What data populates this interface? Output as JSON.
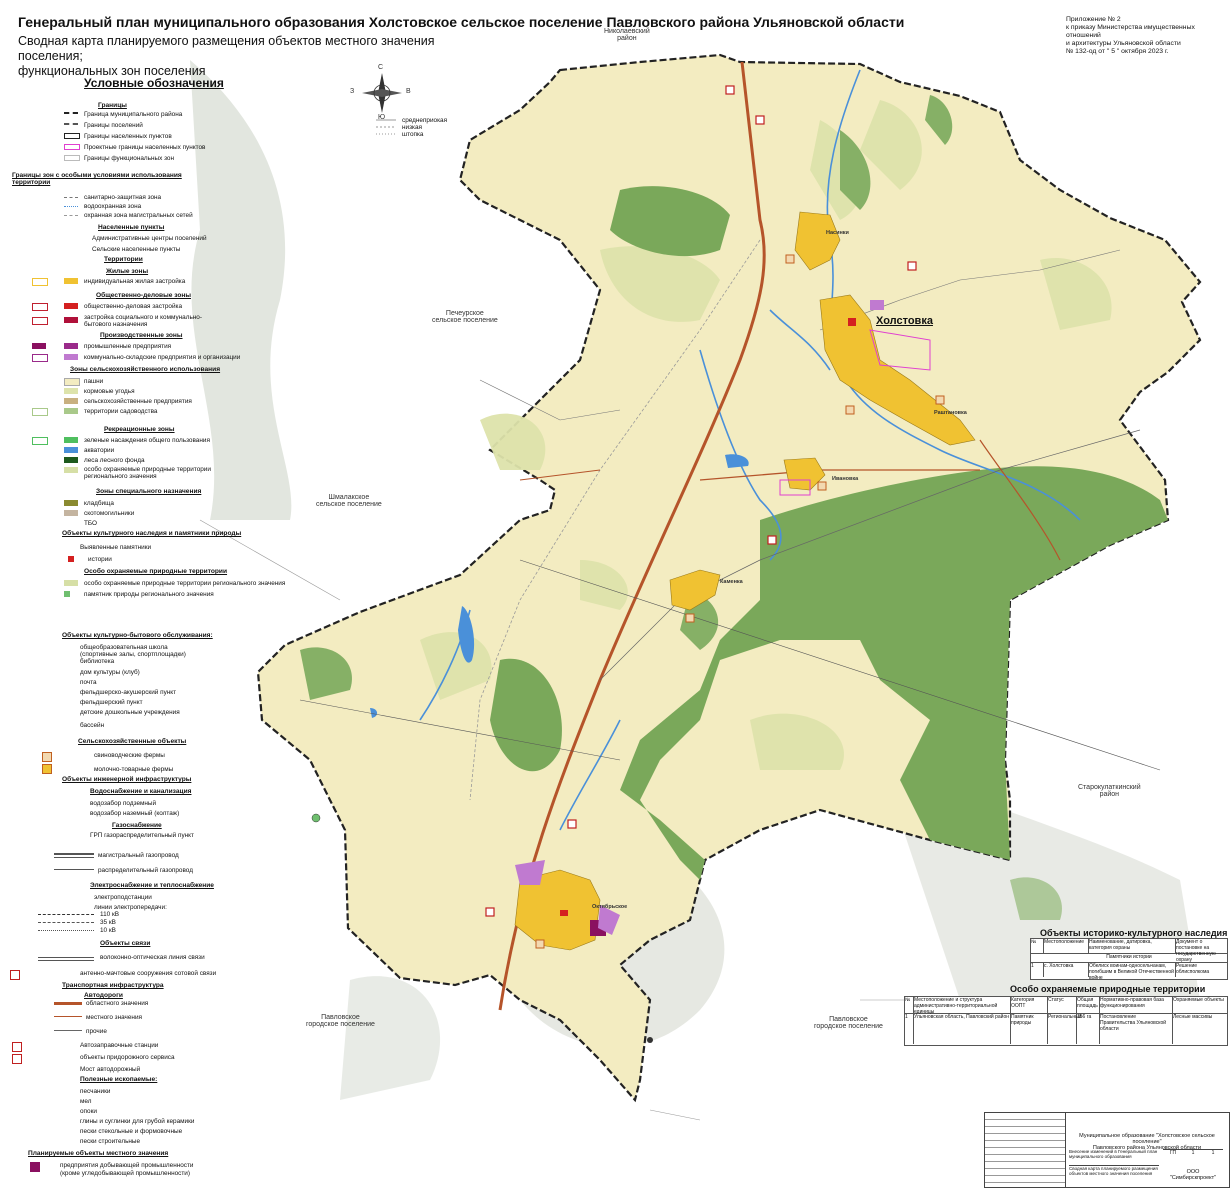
{
  "header": {
    "title": "Генеральный план муниципального образования Холстовское сельское поселение Павловского района Ульяновской области",
    "subtitle_1": "Сводная карта планируемого размещения объектов местного значения поселения;",
    "subtitle_2": "функциональных зон поселения"
  },
  "appendix": {
    "line1": "Приложение №  2",
    "line2": "к приказу Министерства имущественных отношений",
    "line3": "и архитектуры Ульяновской области",
    "line4": "№ 132-од от \" 5 \"  октября  2023  г."
  },
  "legend": {
    "title": "Условные обозначения",
    "sections": [
      {
        "name": "Границы",
        "items": [
          "Граница муниципального района",
          "Границы поселений",
          "Границы населенных пунктов",
          "Проектные границы населенных пунктов",
          "Границы функциональных зон"
        ]
      },
      {
        "name": "Границы зон с особыми условиями использования территории",
        "items": [
          "санитарно-защитная зона",
          "водоохранная зона",
          "охранная зона магистральных сетей"
        ]
      },
      {
        "name": "Населенные пункты",
        "items": [
          "Административные центры поселений",
          "Сельские населенные пункты"
        ]
      },
      {
        "name": "Территории",
        "items": []
      },
      {
        "name": "Жилые зоны",
        "items": [
          "индивидуальная жилая застройка"
        ]
      },
      {
        "name": "Общественно-деловые зоны",
        "items": [
          "общественно-деловая застройка",
          "застройка социального и коммунально-бытового назначения"
        ]
      },
      {
        "name": "Производственные зоны",
        "items": [
          "промышленные предприятия",
          "коммунально-складские предприятия и организации"
        ]
      },
      {
        "name": "Зоны сельскохозяйственного использования",
        "items": [
          "пашни",
          "кормовые угодья",
          "сельскохозяйственные предприятия",
          "территории садоводства"
        ]
      },
      {
        "name": "Рекреационные зоны",
        "items": [
          "зеленые насаждения общего пользования",
          "акватории",
          "леса лесного фонда",
          "особо охраняемые природные территории регионального значения"
        ]
      },
      {
        "name": "Зоны специального назначения",
        "items": [
          "кладбища",
          "скотомогильники",
          "ТБО"
        ]
      },
      {
        "name": "Объекты культурного наследия и памятники природы",
        "items": [
          "Выявленные памятники",
          "истории"
        ]
      },
      {
        "name": "Особо охраняемые природные территории",
        "items": [
          "особо охраняемые природные территории регионального значения",
          "памятник природы регионального значения"
        ]
      },
      {
        "name": "Объекты культурно-бытового обслуживания:",
        "items": [
          "общеобразовательная школа",
          "(спортивные залы, спортплощадки)",
          "библиотека",
          "дом культуры (клуб)",
          "почта",
          "фельдшерско-акушерский пункт",
          "фельдшерский пункт",
          "детские дошкольные учреждения",
          "бассейн"
        ]
      },
      {
        "name": "Сельскохозяйственные объекты",
        "items": [
          "свиноводческие фермы",
          "молочно-товарные фермы"
        ]
      },
      {
        "name": "Объекты инженерной инфраструктуры",
        "items": []
      },
      {
        "name": "Водоснабжение и канализация",
        "items": [
          "водозабор подземный",
          "водозабор наземный (колтаж)"
        ]
      },
      {
        "name": "Газоснабжение",
        "items": [
          "ГРП газораспределительный пункт",
          "магистральный газопровод",
          "распределительный газопровод"
        ]
      },
      {
        "name": "Электроснабжение и теплоснабжение",
        "items": [
          "электроподстанции",
          "линии электропередачи:",
          "110 кВ",
          "35 кВ",
          "10 кВ"
        ]
      },
      {
        "name": "Объекты связи",
        "items": [
          "волоконно-оптическая линия связи",
          "антенно-мачтовые сооружения сотовой связи"
        ]
      },
      {
        "name": "Транспортная инфраструктура",
        "items": []
      },
      {
        "name": "Автодороги",
        "items": [
          "областного значения",
          "местного значения",
          "прочие",
          "Автозаправочные станции",
          "объекты придорожного сервиса",
          "Мост автодорожный"
        ]
      },
      {
        "name": "Полезные ископаемые:",
        "items": [
          "песчаники",
          "мел",
          "опоки",
          "глины и суглинки для грубой керамики",
          "пески стекольные и формовочные",
          "пески строительные"
        ]
      },
      {
        "name": "Планируемые объекты местного значения",
        "items": [
          "предприятия добывающей промышленности",
          "(кроме угледобывающей промышленности)"
        ]
      }
    ]
  },
  "compass": {
    "n": "С",
    "s": "Ю",
    "e": "В",
    "w": "З"
  },
  "rivers_legend": [
    "среднеприокая",
    "низкая",
    "штопка"
  ],
  "places": {
    "nikolaevsky": [
      "Николаевский",
      "район"
    ],
    "pechersk": [
      "Печеурское",
      "сельское поселение"
    ],
    "shmalak": [
      "Шмалакское",
      "сельское поселение"
    ],
    "starokulatka": [
      "Старокулаткинский",
      "район"
    ],
    "pavlovsk1": [
      "Павловское",
      "городское поселение"
    ],
    "pavlovsk2": [
      "Павловское",
      "городское поселение"
    ],
    "kholstovka": "Холстовка",
    "nasinki": "Насинки",
    "rashtanovka": "Раштановка",
    "ivanovka": "Ивановка",
    "kamenka": "Каменка",
    "oktyabrskoe": "Октябрьское"
  },
  "heritage_table": {
    "title": "Объекты историко-культурного наследия",
    "headers": [
      "№",
      "Местоположение",
      "Наименование, датировка, категория охраны",
      "Документ о постановке на государственную охрану"
    ],
    "group": "Памятники истории",
    "row": [
      "1",
      "с. Холстовка",
      "Обелиск воинам-односельчанам, погибшим в Великой Отечественной войне",
      "Решение облисполкома"
    ]
  },
  "oopt_table": {
    "title": "Особо охраняемые природные территории",
    "headers": [
      "№",
      "Местоположение и структура административно-территориальной единицы",
      "Категория ООПТ",
      "Статус",
      "Общая площадь",
      "Нормативно-правовая база функционирования",
      "Охраняемые объекты"
    ],
    "row": [
      "1",
      "Ульяновская область, Павловский район",
      "Памятник природы",
      "Региональный",
      "156 га",
      "Постановление Правительства Ульяновской области",
      "Лесные массивы"
    ]
  },
  "stamp": {
    "org": "Муниципальное образование \"Холстовское сельское поселение\"",
    "district": "Павловского района Ульяновской области",
    "project": "Внесение изменений в Генеральный план муниципального образования",
    "sheet_title": "Сводная карта планируемого размещения объектов местного значения поселения",
    "developer": "ООО \"Симбирскпроект\"",
    "stage": "ГП",
    "sheet": "1",
    "sheets": "1"
  },
  "colors": {
    "agri": "#f3ecc1",
    "forest": "#7aa85a",
    "forest_light": "#a9c98a",
    "meadow": "#d6dfa6",
    "residential": "#f0c232",
    "water": "#4a90d9",
    "road_regional": "#b5542a",
    "outside": "#d7dcd4",
    "boundary": "#222222"
  }
}
